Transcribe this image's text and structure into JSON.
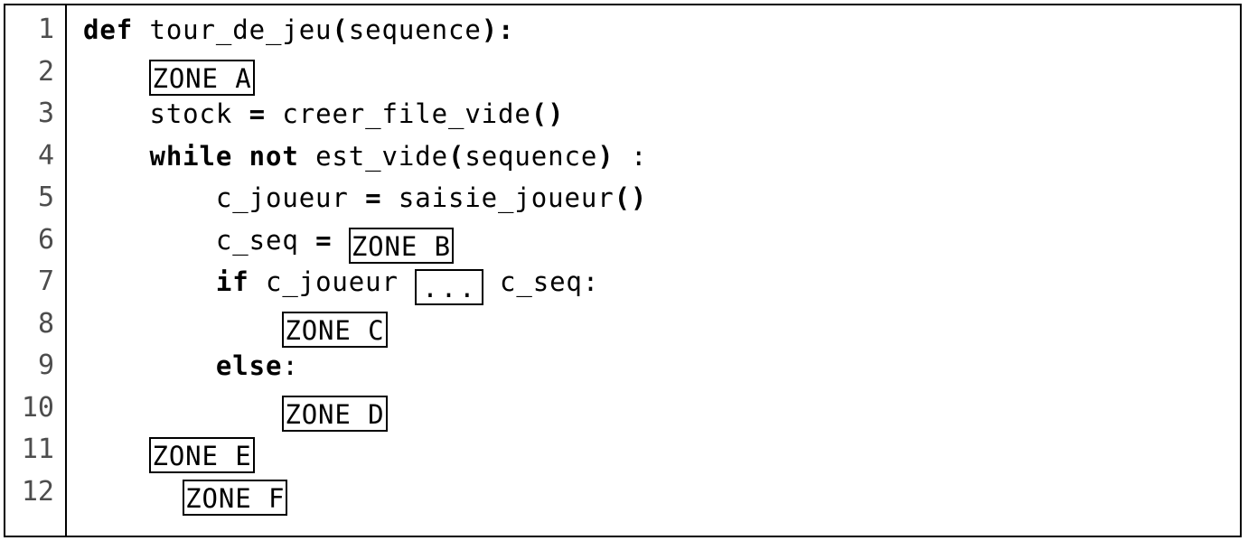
{
  "document": {
    "kind": "code-listing",
    "language": "python",
    "title": "tour_de_jeu",
    "line_count": 12,
    "border_color": "#000000",
    "background_color": "#ffffff",
    "text_color": "#000000",
    "line_number_color": "#4d4d4d"
  },
  "gutter": {
    "line_numbers": [
      "1",
      "2",
      "3",
      "4",
      "5",
      "6",
      "7",
      "8",
      "9",
      "10",
      "11",
      "12"
    ]
  },
  "code": {
    "lines": [
      {
        "number": "1",
        "indent": "",
        "segments": [
          {
            "type": "keyword",
            "text": "def"
          },
          {
            "type": "plain",
            "text": " tour_de_jeu"
          },
          {
            "type": "operator",
            "text": "("
          },
          {
            "type": "plain",
            "text": "sequence"
          },
          {
            "type": "operator",
            "text": "):"
          }
        ]
      },
      {
        "number": "2",
        "indent": "    ",
        "segments": [
          {
            "type": "zone",
            "text": "ZONE A"
          }
        ]
      },
      {
        "number": "3",
        "indent": "    ",
        "segments": [
          {
            "type": "plain",
            "text": "stock "
          },
          {
            "type": "operator",
            "text": "="
          },
          {
            "type": "plain",
            "text": " creer_file_vide"
          },
          {
            "type": "operator",
            "text": "()"
          }
        ]
      },
      {
        "number": "4",
        "indent": "    ",
        "segments": [
          {
            "type": "keyword",
            "text": "while not"
          },
          {
            "type": "plain",
            "text": " est_vide"
          },
          {
            "type": "operator",
            "text": "("
          },
          {
            "type": "plain",
            "text": "sequence"
          },
          {
            "type": "operator",
            "text": ")"
          },
          {
            "type": "plain",
            "text": " :"
          }
        ]
      },
      {
        "number": "5",
        "indent": "        ",
        "segments": [
          {
            "type": "plain",
            "text": "c_joueur "
          },
          {
            "type": "operator",
            "text": "="
          },
          {
            "type": "plain",
            "text": " saisie_joueur"
          },
          {
            "type": "operator",
            "text": "()"
          }
        ]
      },
      {
        "number": "6",
        "indent": "        ",
        "segments": [
          {
            "type": "plain",
            "text": "c_seq "
          },
          {
            "type": "operator",
            "text": "="
          },
          {
            "type": "plain",
            "text": " "
          },
          {
            "type": "zone",
            "text": "ZONE B"
          }
        ]
      },
      {
        "number": "7",
        "indent": "        ",
        "segments": [
          {
            "type": "keyword",
            "text": "if"
          },
          {
            "type": "plain",
            "text": " c_joueur "
          },
          {
            "type": "zone-dots",
            "text": "..."
          },
          {
            "type": "plain",
            "text": " c_seq:"
          }
        ]
      },
      {
        "number": "8",
        "indent": "            ",
        "segments": [
          {
            "type": "zone",
            "text": "ZONE C"
          }
        ]
      },
      {
        "number": "9",
        "indent": "        ",
        "segments": [
          {
            "type": "keyword",
            "text": "else"
          },
          {
            "type": "plain",
            "text": ":"
          }
        ]
      },
      {
        "number": "10",
        "indent": "            ",
        "segments": [
          {
            "type": "zone",
            "text": "ZONE D"
          }
        ]
      },
      {
        "number": "11",
        "indent": "    ",
        "segments": [
          {
            "type": "zone",
            "text": "ZONE E"
          }
        ]
      },
      {
        "number": "12",
        "indent": "      ",
        "segments": [
          {
            "type": "zone",
            "text": "ZONE F"
          }
        ]
      }
    ]
  },
  "zones": {
    "labels": [
      "ZONE A",
      "ZONE B",
      "ZONE C",
      "ZONE D",
      "ZONE E",
      "ZONE F"
    ],
    "placeholder_dots": "..."
  }
}
